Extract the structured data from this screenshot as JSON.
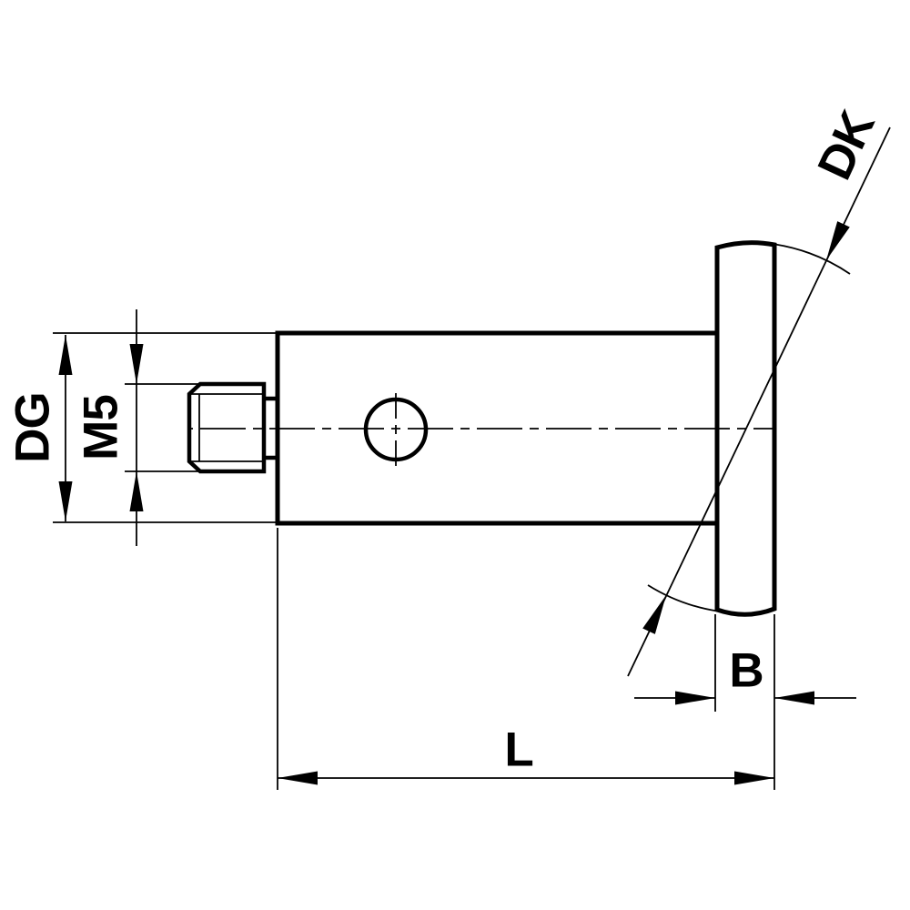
{
  "drawing": {
    "background_color": "#ffffff",
    "line_color": "#000000",
    "labels": {
      "dg": "DG",
      "m5": "M5",
      "dk": "DK",
      "b": "B",
      "l": "L"
    }
  }
}
